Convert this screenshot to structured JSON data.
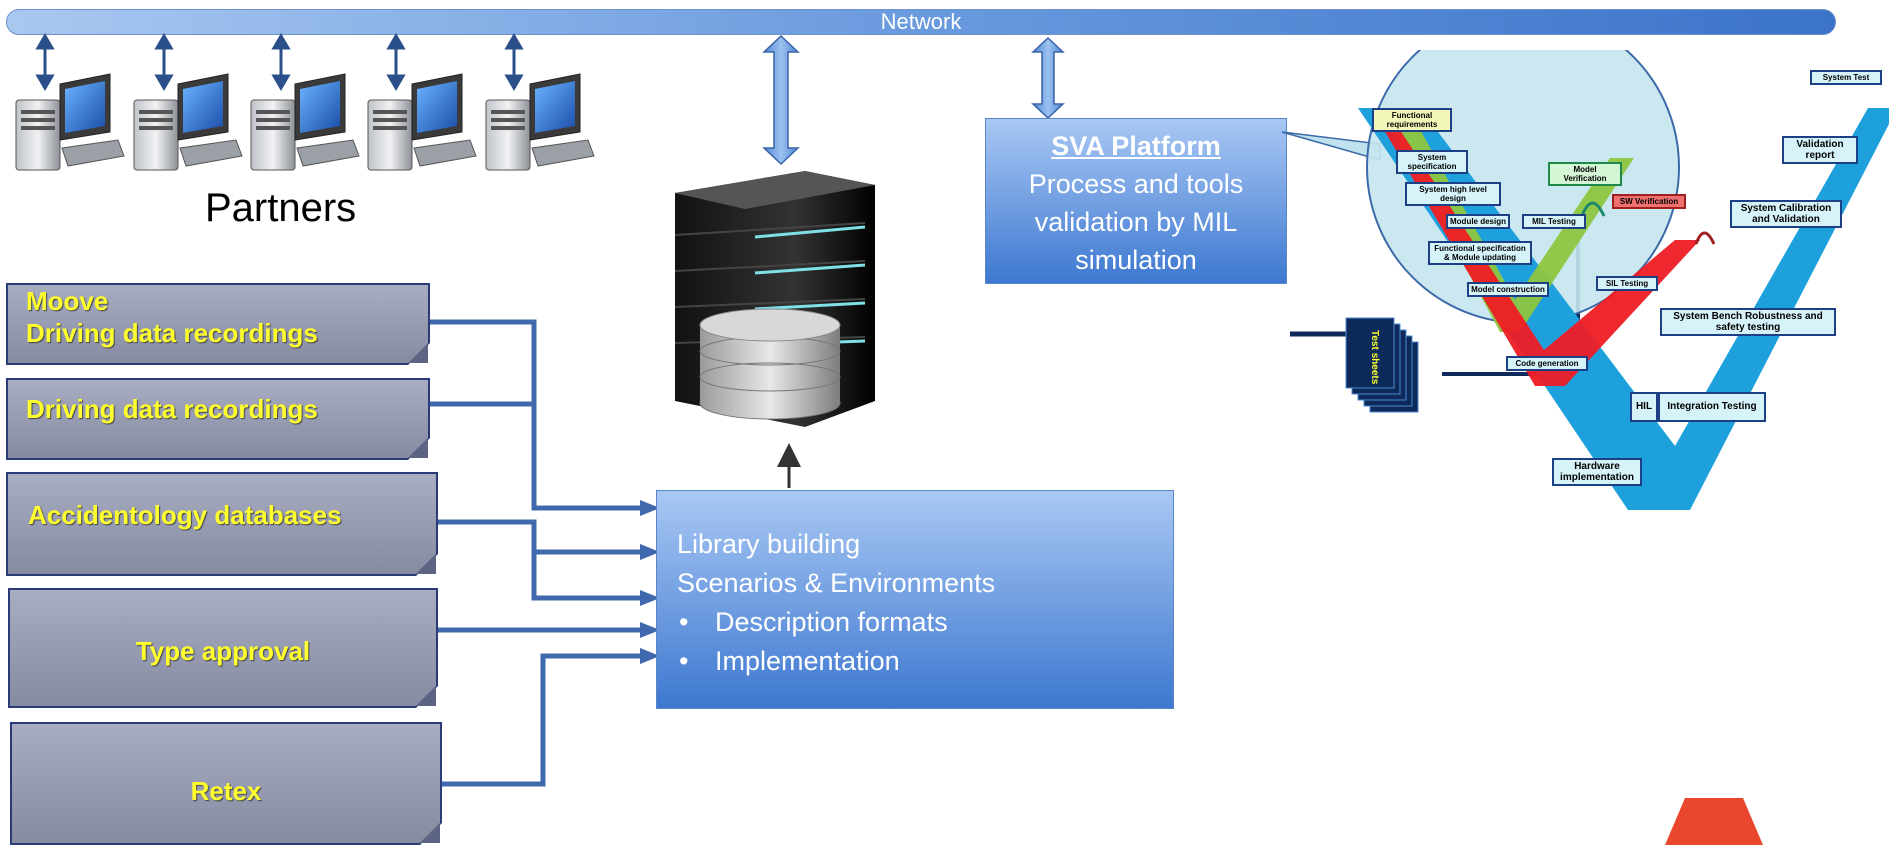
{
  "network": {
    "label": "Network"
  },
  "partners": {
    "label": "Partners",
    "computer_count": 5
  },
  "sources": [
    {
      "line1": "Moove",
      "line2": "Driving data recordings"
    },
    {
      "line1": "Driving data recordings"
    },
    {
      "line1": "Accidentology databases"
    },
    {
      "line1": "Type approval"
    },
    {
      "line1": "Retex"
    }
  ],
  "library": {
    "line1": "Library building",
    "line2": "Scenarios & Environments",
    "bullets": [
      "Description formats",
      "Implementation"
    ]
  },
  "sva": {
    "title": "SVA Platform",
    "line1": "Process and tools",
    "line2": "validation by MIL",
    "line3": "simulation"
  },
  "vdiagram": {
    "functional_requirements": "Functional requirements",
    "system_specification": "System specification",
    "system_high_level_design": "System high level design",
    "module_design": "Module design",
    "functional_spec": "Functional specification & Module updating",
    "model_construction": "Model construction",
    "model_verification": "Model Verification",
    "mil_testing": "MIL Testing",
    "sw_verification": "SW Verification",
    "sil_testing": "SIL Testing",
    "code_generation": "Code generation",
    "test_sheets": "Test sheets",
    "hardware_implementation": "Hardware implementation",
    "hil": "HIL",
    "integration_testing": "Integration Testing",
    "system_bench": "System Bench Robustness and safety testing",
    "system_calibration": "System Calibration and Validation",
    "validation_report": "Validation report",
    "system_test": "System Test"
  },
  "colors": {
    "box_blue_top": "#a9c8f4",
    "box_blue_bottom": "#3d78d0",
    "source_text": "#ffff2e",
    "v_blue": "#1ea0dc",
    "v_green": "#8dc63f",
    "v_red": "#ee1c25",
    "corner_red": "#e8472d"
  }
}
